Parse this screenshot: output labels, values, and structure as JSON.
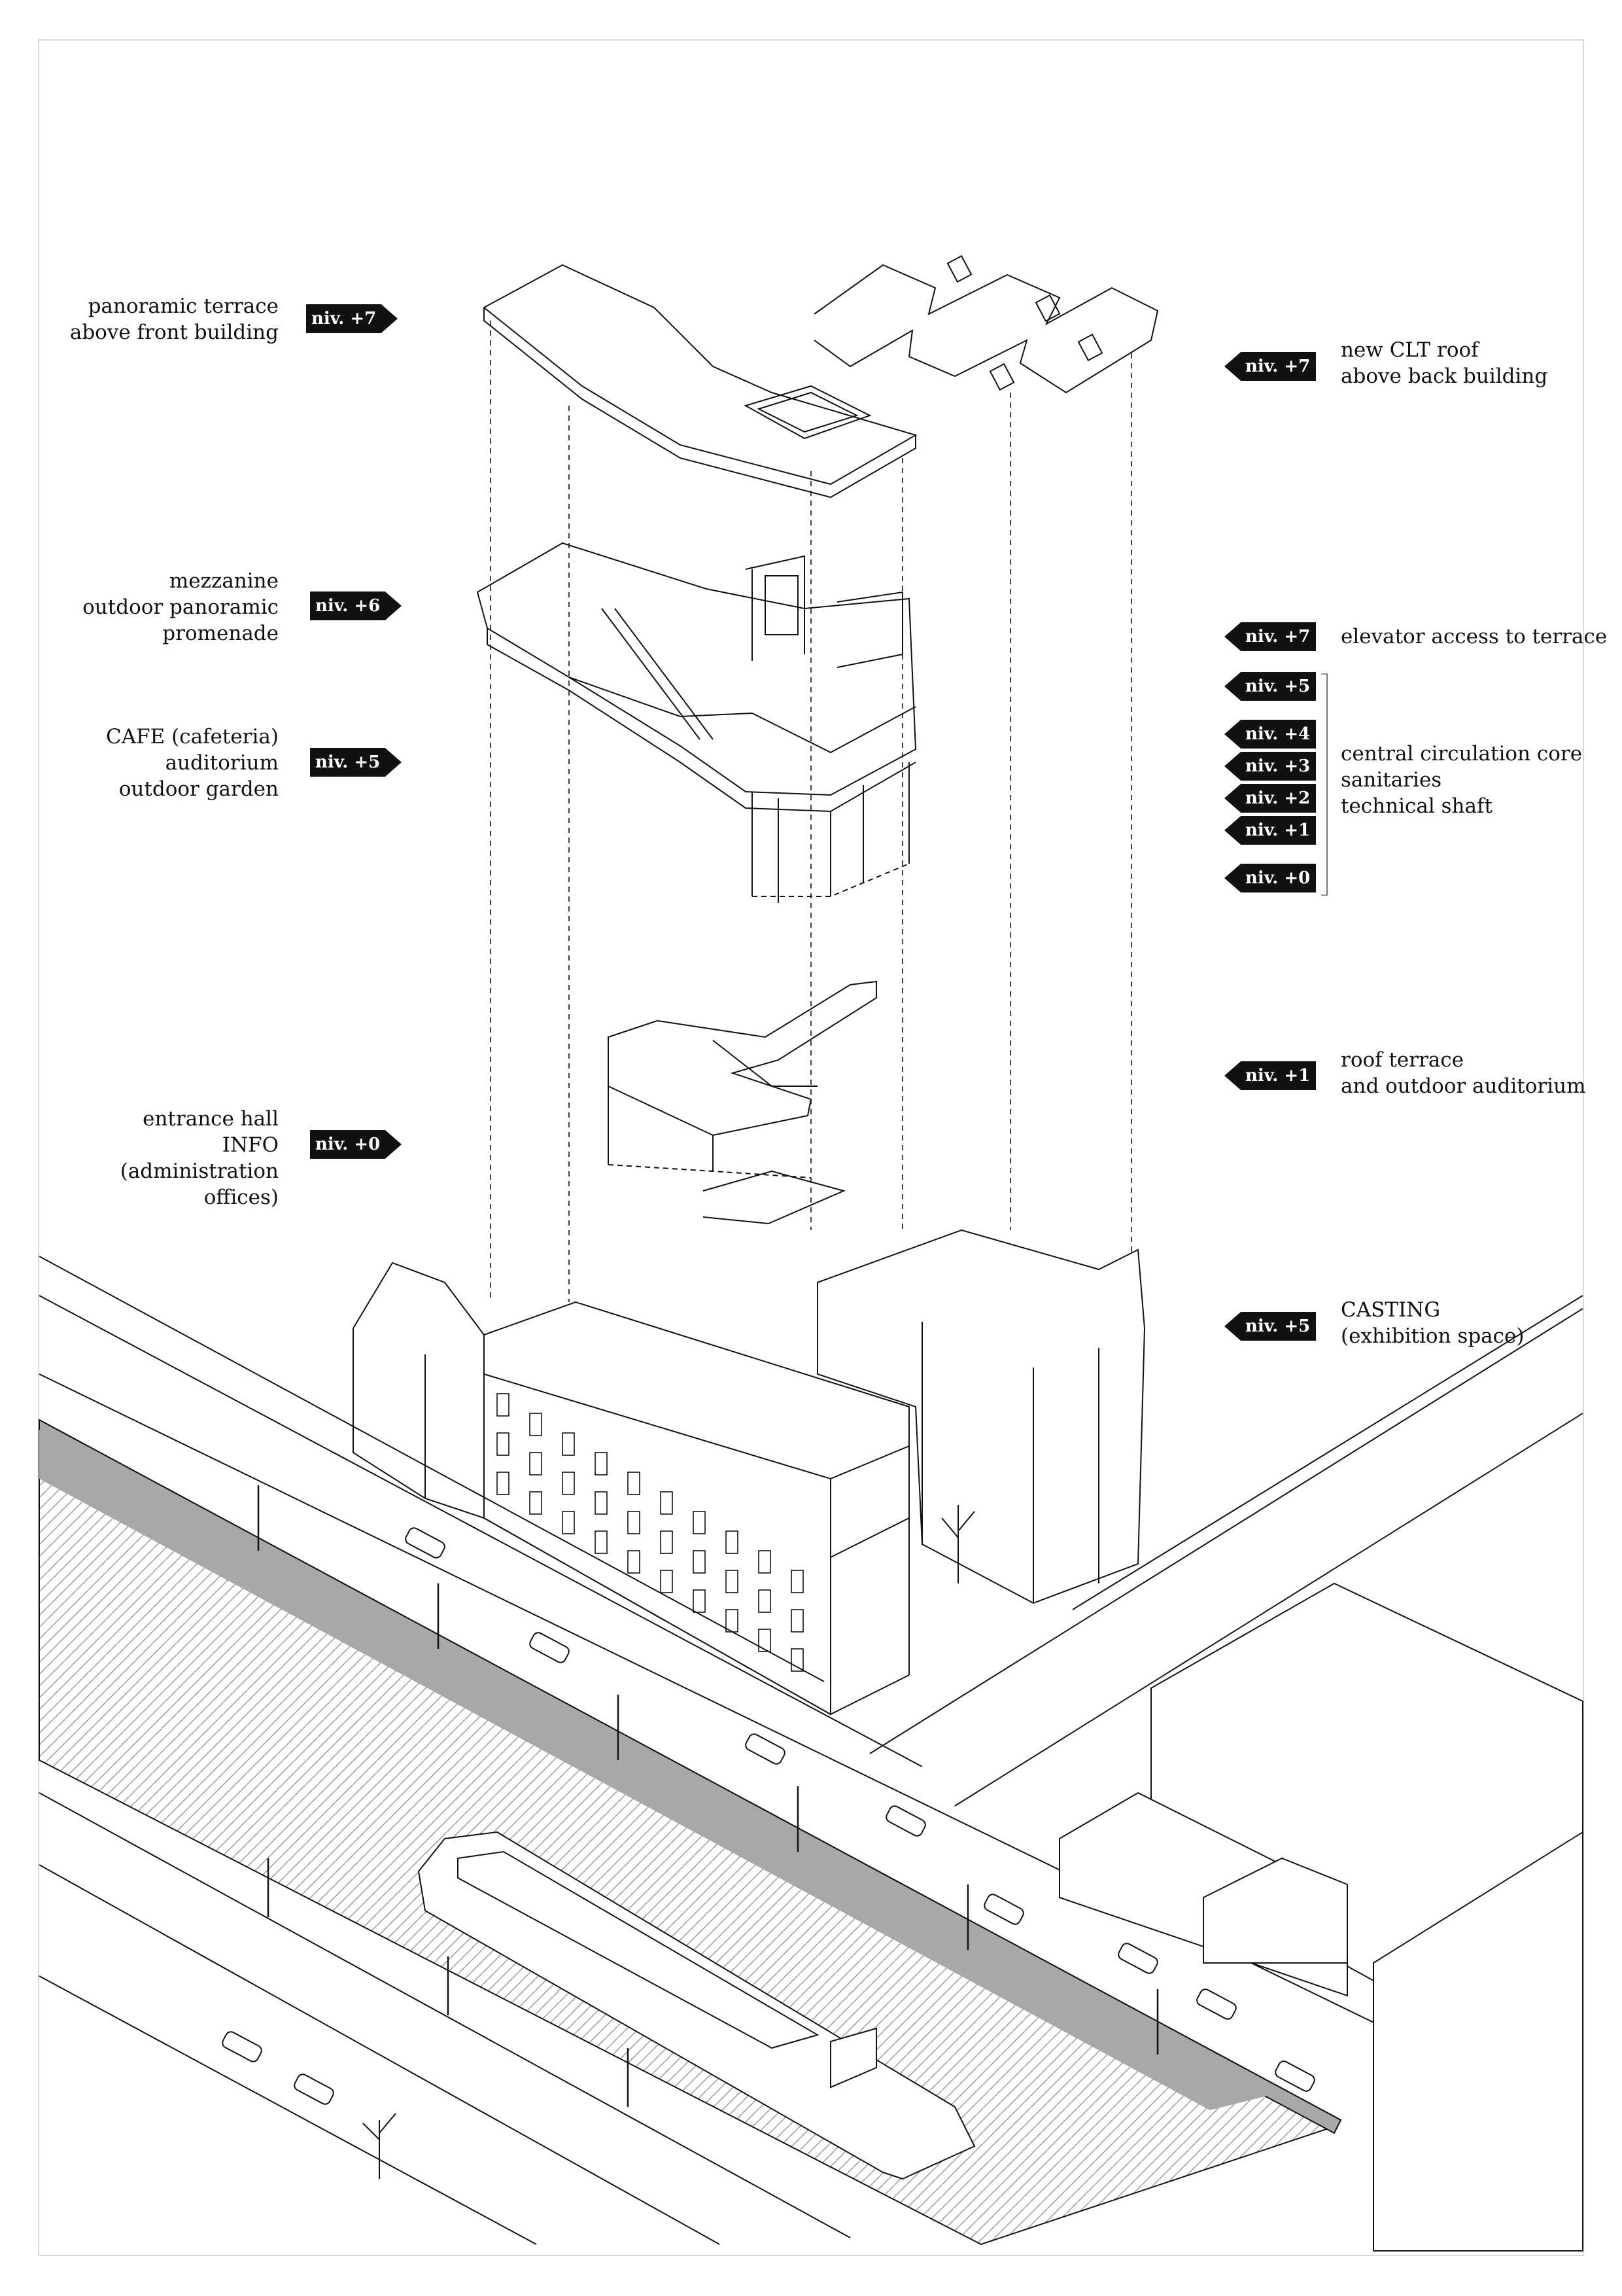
{
  "level_tags": {
    "terrace_front": "niv. +7",
    "clt_roof": "niv. +7",
    "mezzanine": "niv. +6",
    "elevator": "niv. +7",
    "core_5": "niv. +5",
    "cafe": "niv. +5",
    "core_4": "niv. +4",
    "core_3": "niv. +3",
    "core_2": "niv. +2",
    "core_1": "niv. +1",
    "core_0": "niv. +0",
    "roof_terrace": "niv. +1",
    "entrance": "niv. +0",
    "casting": "niv. +5"
  },
  "labels": {
    "terrace_front": [
      "panoramic terrace",
      "above front building"
    ],
    "clt_roof": [
      "new CLT roof",
      "above back building"
    ],
    "mezzanine": [
      "mezzanine",
      "outdoor panoramic",
      "promenade"
    ],
    "elevator": [
      "elevator access to terrace"
    ],
    "cafe": [
      "CAFE (cafeteria)",
      "auditorium",
      "outdoor garden"
    ],
    "core": [
      "central circulation core",
      "sanitaries",
      "technical shaft"
    ],
    "roof_terrace": [
      "roof terrace",
      "and outdoor auditorium"
    ],
    "entrance": [
      "entrance hall",
      "INFO",
      "(administration offices)"
    ],
    "casting": [
      "CASTING",
      "(exhibition space)"
    ]
  },
  "colors": {
    "ink": "#111111",
    "water": "#a8a8a8",
    "paper": "#ffffff",
    "frame": "#d8d8d8"
  }
}
